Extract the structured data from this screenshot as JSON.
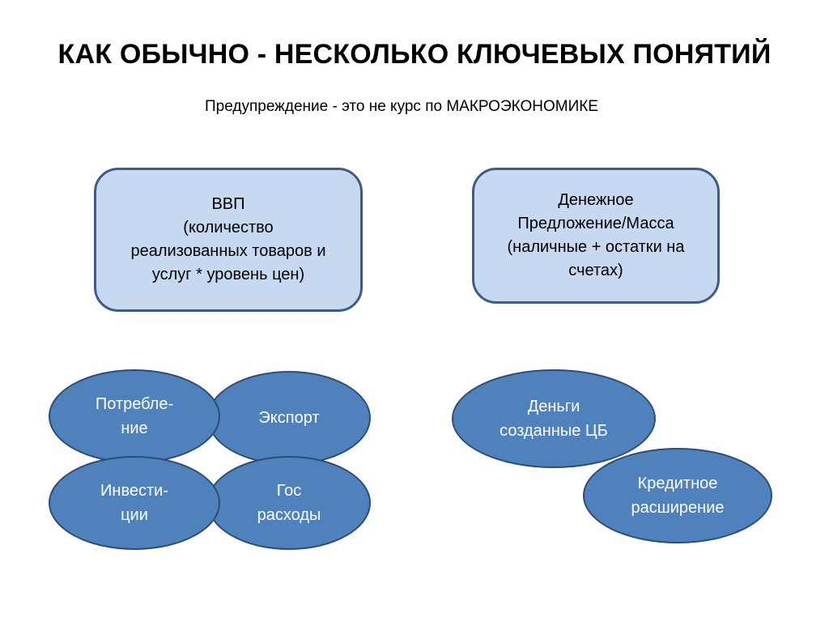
{
  "slide": {
    "title": "КАК ОБЫЧНО - НЕСКОЛЬКО КЛЮЧЕВЫХ ПОНЯТИЙ",
    "subtitle": "Предупреждение - это не курс по МАКРОЭКОНОМИКЕ"
  },
  "boxes": {
    "gdp": {
      "lines": [
        "ВВП",
        "(количество",
        "реализованных товаров и",
        "услуг * уровень цен)"
      ]
    },
    "money_supply": {
      "lines": [
        "Денежное",
        "Предложение/Масса",
        "(наличные + остатки на",
        "счетах)"
      ]
    }
  },
  "ellipses": {
    "consumption": {
      "lines": [
        "Потребле-",
        "ние"
      ]
    },
    "export": {
      "lines": [
        "Экспорт"
      ]
    },
    "investment": {
      "lines": [
        "Инвести-",
        "ции"
      ]
    },
    "government": {
      "lines": [
        "Гос",
        "расходы"
      ]
    },
    "cb_money": {
      "lines": [
        "Деньги",
        "созданные ЦБ"
      ]
    },
    "credit": {
      "lines": [
        "Кредитное",
        "расширение"
      ]
    }
  },
  "colors": {
    "box_fill": "#c6d9f1",
    "box_border": "#3f5c86",
    "ellipse_fill": "#4f81bd",
    "ellipse_border": "#2c4d75",
    "ellipse_text": "#ffffff"
  }
}
